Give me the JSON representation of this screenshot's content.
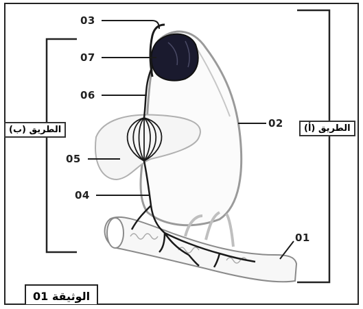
{
  "labels": {
    "l01": "01",
    "l02": "02",
    "l03": "03",
    "l04": "04",
    "l05": "05",
    "l06": "06",
    "l07": "07"
  },
  "routes": {
    "route_a": "الطريق (أ)",
    "route_b": "الطريق (ب)"
  },
  "document_label": "الوثيقة 01",
  "colors": {
    "ink": "#222222",
    "organ_outline": "#9a9a9a",
    "heart_fill": "#1a1a2e"
  }
}
